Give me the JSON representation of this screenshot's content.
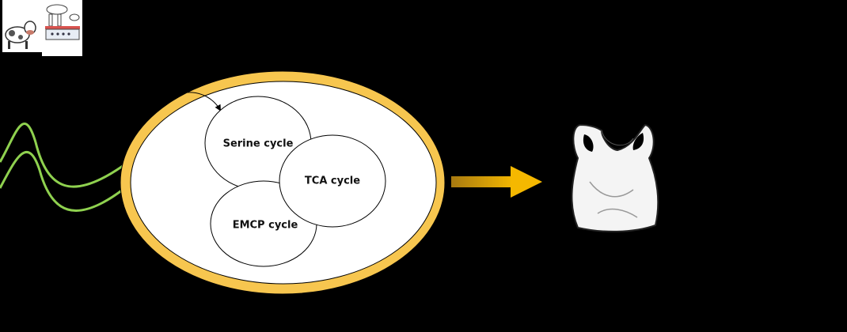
{
  "icons": {
    "feedstock": [
      "cow-icon",
      "factory-icon"
    ],
    "product": "plastic-bag-icon"
  },
  "cell": {
    "cycles": [
      {
        "label": "Serine cycle"
      },
      {
        "label": "TCA cycle"
      },
      {
        "label": "EMCP cycle"
      }
    ]
  },
  "colors": {
    "membrane": "#f7c64f",
    "arrow_start": "#a87a10",
    "arrow_end": "#f5b800",
    "wave": "#8fd14f"
  }
}
